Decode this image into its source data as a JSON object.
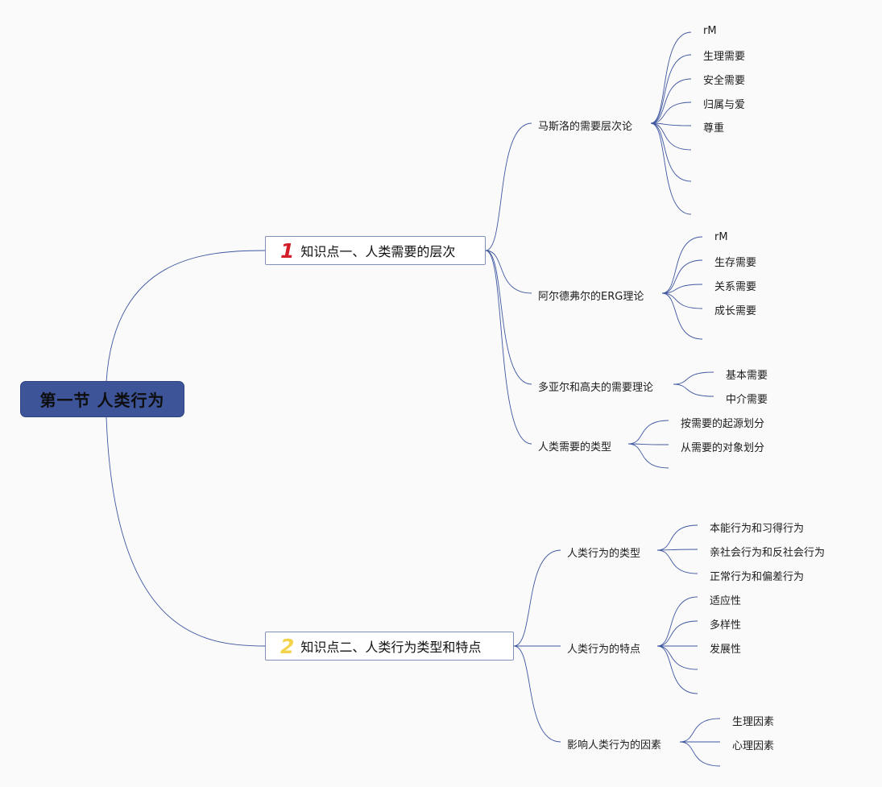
{
  "root": {
    "label": "第一节 人类行为"
  },
  "topics": [
    {
      "number": "1",
      "number_color": "#d21f2b",
      "label": "知识点一、人类需要的层次",
      "subs": [
        {
          "label": "马斯洛的需要层次论",
          "leaves": [
            "rM",
            "生理需要",
            "安全需要",
            "归属与爱",
            "尊重",
            "",
            "",
            ""
          ]
        },
        {
          "label": "阿尔德弗尔的ERG理论",
          "leaves": [
            "rM",
            "生存需要",
            "关系需要",
            "成长需要",
            ""
          ]
        },
        {
          "label": "多亚尔和高夫的需要理论",
          "leaves": [
            "基本需要",
            "中介需要"
          ]
        },
        {
          "label": "人类需要的类型",
          "leaves": [
            "按需要的起源划分",
            "从需要的对象划分",
            ""
          ]
        }
      ]
    },
    {
      "number": "2",
      "number_color": "#f2d34b",
      "label": "知识点二、人类行为类型和特点",
      "subs": [
        {
          "label": "人类行为的类型",
          "leaves": [
            "本能行为和习得行为",
            "亲社会行为和反社会行为",
            "正常行为和偏差行为"
          ]
        },
        {
          "label": "人类行为的特点",
          "leaves": [
            "适应性",
            "多样性",
            "发展性",
            "",
            ""
          ]
        },
        {
          "label": "影响人类行为的因素",
          "leaves": [
            "生理因素",
            "心理因素",
            ""
          ]
        }
      ]
    }
  ],
  "colors": {
    "line": "#3f57a0",
    "root_fill": "#3d5498",
    "topic_border": "#8190b9"
  }
}
